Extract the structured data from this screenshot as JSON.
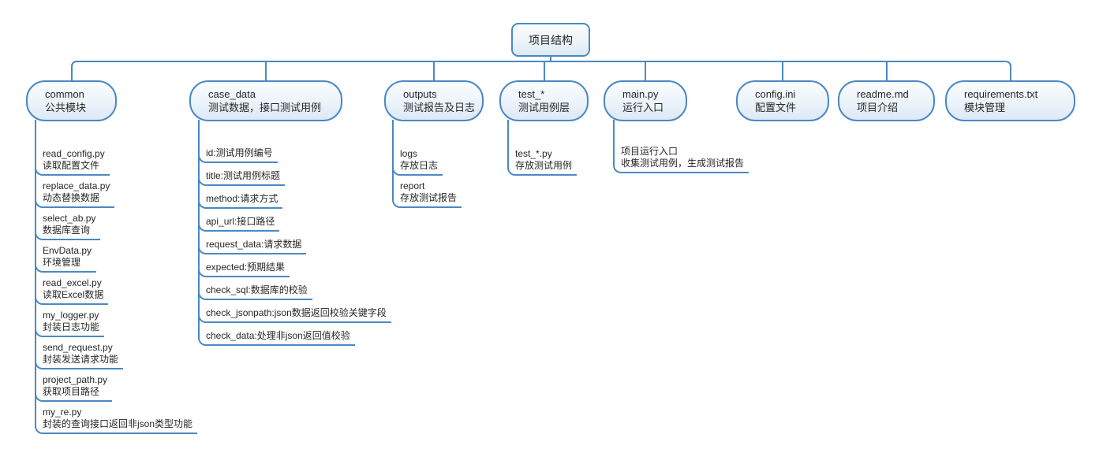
{
  "colors": {
    "line": "#4a89c4",
    "node_border": "#4a89c4",
    "node_fill_top": "#fcfdff",
    "node_fill_mid": "#eaf2fa",
    "node_fill_bottom": "#dce9f6",
    "text": "#262626"
  },
  "root": {
    "label": "项目结构"
  },
  "branches": [
    {
      "title": "common",
      "subtitle": "公共模块",
      "children": [
        {
          "name": "read_config.py",
          "desc": "读取配置文件"
        },
        {
          "name": "replace_data.py",
          "desc": "动态替换数据"
        },
        {
          "name": "select_ab.py",
          "desc": "数据库查询"
        },
        {
          "name": "EnvData.py",
          "desc": "环境管理"
        },
        {
          "name": "read_excel.py",
          "desc": "读取Excel数据"
        },
        {
          "name": "my_logger.py",
          "desc": "封装日志功能"
        },
        {
          "name": "send_request.py",
          "desc": "封装发送请求功能"
        },
        {
          "name": "project_path.py",
          "desc": "获取项目路径"
        },
        {
          "name": "my_re.py",
          "desc": "封装的查询接口返回非json类型功能"
        }
      ]
    },
    {
      "title": "case_data",
      "subtitle": "测试数据，接口测试用例",
      "children": [
        {
          "name": "id:测试用例编号"
        },
        {
          "name": "title:测试用例标题"
        },
        {
          "name": "method:请求方式"
        },
        {
          "name": "api_url:接口路径"
        },
        {
          "name": "request_data:请求数据"
        },
        {
          "name": "expected:预期结果"
        },
        {
          "name": "check_sql:数据库的校验"
        },
        {
          "name": "check_jsonpath:json数据返回校验关键字段"
        },
        {
          "name": "check_data:处理非json返回值校验"
        }
      ]
    },
    {
      "title": "outputs",
      "subtitle": "测试报告及日志",
      "children": [
        {
          "name": "logs",
          "desc": "存放日志"
        },
        {
          "name": "report",
          "desc": "存放测试报告"
        }
      ]
    },
    {
      "title": "test_*",
      "subtitle": "测试用例层",
      "children": [
        {
          "name": "test_*.py",
          "desc": "存放测试用例"
        }
      ]
    },
    {
      "title": "main.py",
      "subtitle": "运行入口",
      "children": [
        {
          "name": "项目运行入口",
          "desc": "收集测试用例，生成测试报告"
        }
      ]
    },
    {
      "title": "config.ini",
      "subtitle": "配置文件",
      "children": []
    },
    {
      "title": "readme.md",
      "subtitle": "项目介绍",
      "children": []
    },
    {
      "title": "requirements.txt",
      "subtitle": "模块管理",
      "children": []
    }
  ]
}
